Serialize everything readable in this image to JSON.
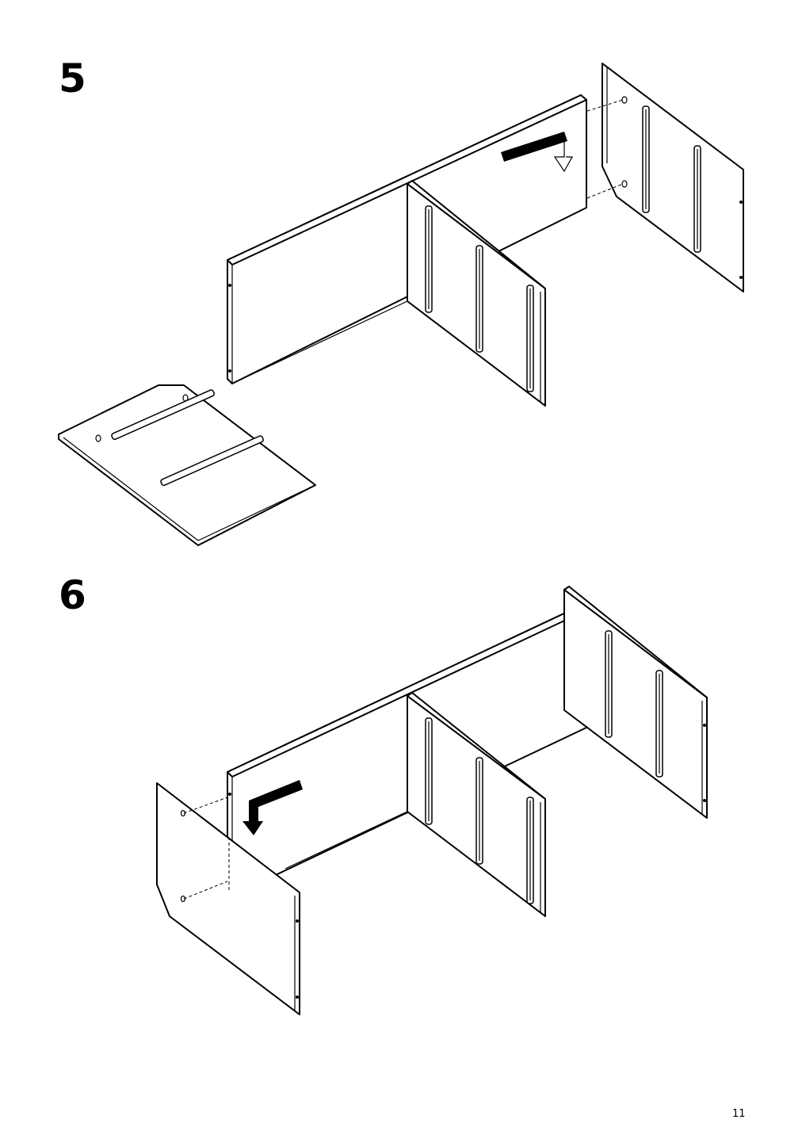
{
  "steps": [
    {
      "number": "5"
    },
    {
      "number": "6"
    }
  ],
  "page": {
    "number": "11"
  }
}
